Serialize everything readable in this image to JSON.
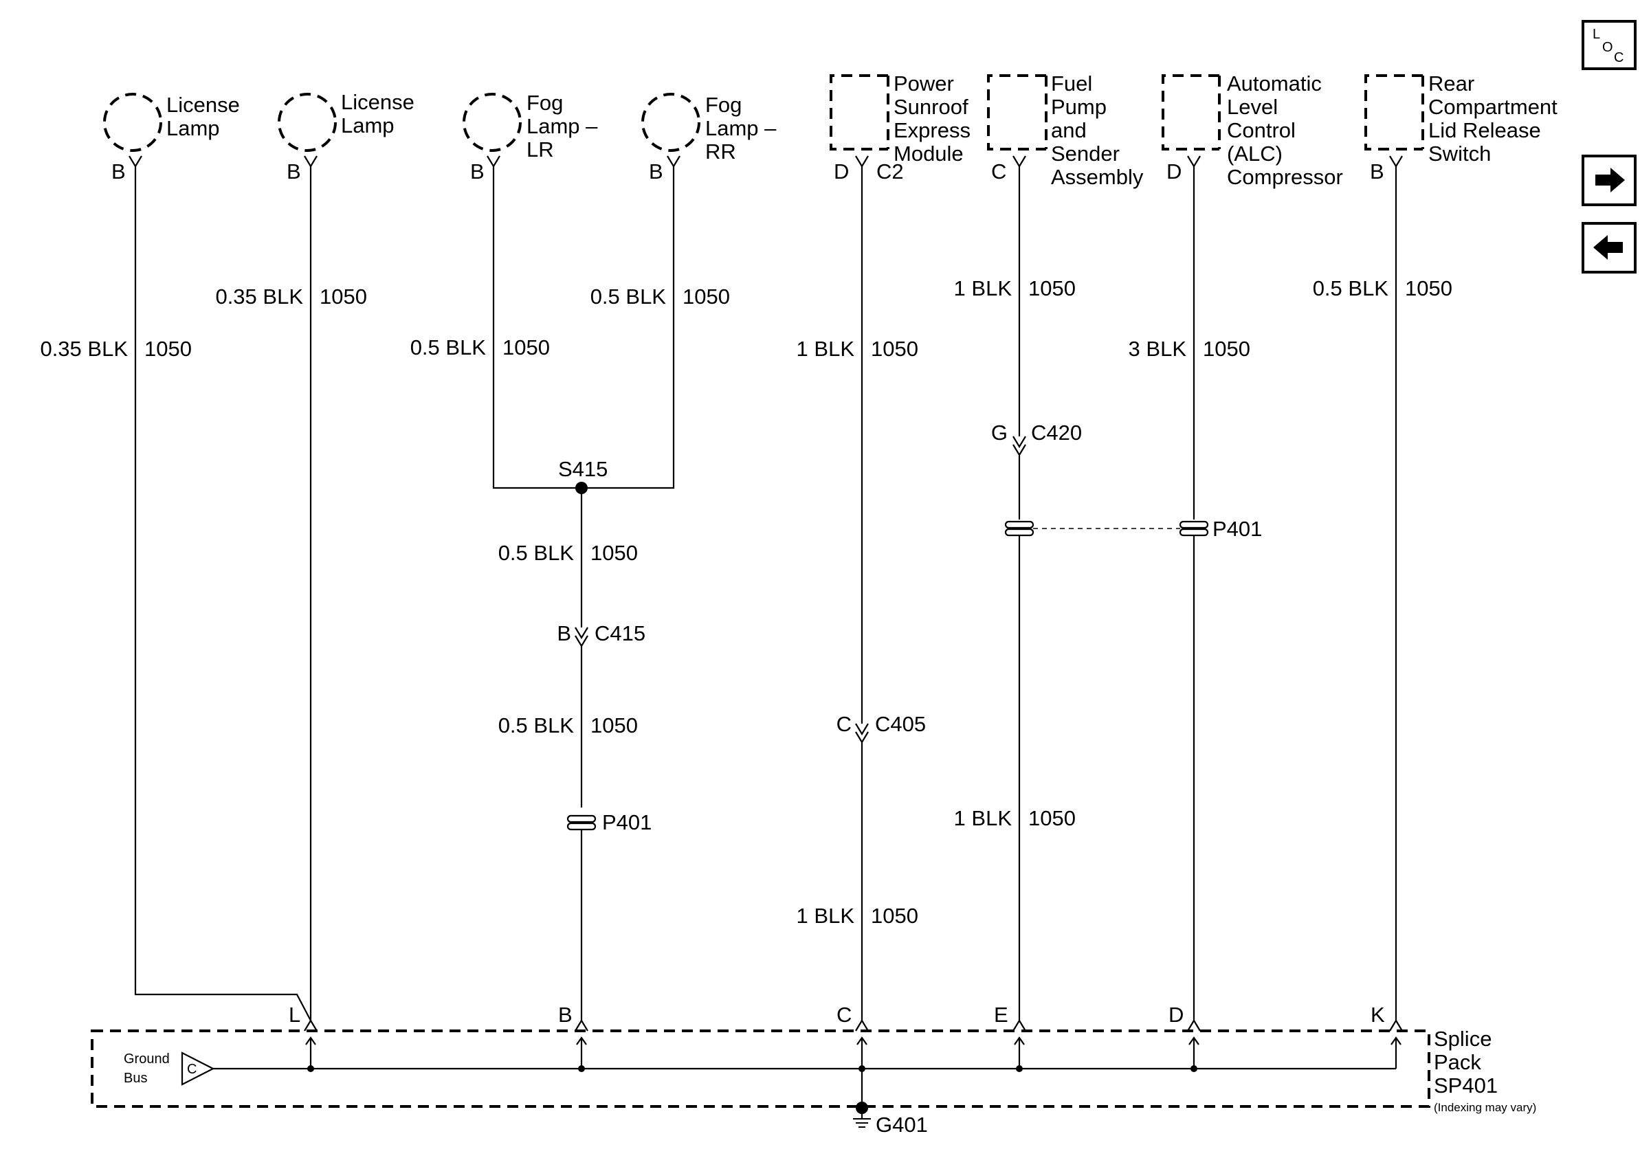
{
  "loc_icon": {
    "l": "L",
    "o": "O",
    "c": "C"
  },
  "nav": {
    "next_icon": "arrow-right-icon",
    "prev_icon": "arrow-left-icon"
  },
  "components": [
    {
      "id": "license-lamp-1",
      "lines": [
        "License",
        "Lamp"
      ],
      "pin": "B"
    },
    {
      "id": "license-lamp-2",
      "lines": [
        "License",
        "Lamp"
      ],
      "pin": "B"
    },
    {
      "id": "fog-lamp-lr",
      "lines": [
        "Fog",
        "Lamp –",
        "LR"
      ],
      "pin": "B"
    },
    {
      "id": "fog-lamp-rr",
      "lines": [
        "Fog",
        "Lamp –",
        "RR"
      ],
      "pin": "B"
    },
    {
      "id": "power-sunroof",
      "lines": [
        "Power",
        "Sunroof",
        "Express",
        "Module"
      ],
      "pin": "D",
      "connector": "C2"
    },
    {
      "id": "fuel-pump",
      "lines": [
        "Fuel",
        "Pump",
        "and",
        "Sender",
        "Assembly"
      ],
      "pin": "C"
    },
    {
      "id": "alc-compressor",
      "lines": [
        "Automatic",
        "Level",
        "Control",
        "(ALC)",
        "Compressor"
      ],
      "pin": "D"
    },
    {
      "id": "rear-compartment",
      "lines": [
        "Rear",
        "Compartment",
        "Lid Release",
        "Switch"
      ],
      "pin": "B"
    }
  ],
  "wires": {
    "w1": {
      "gauge": "0.35 BLK",
      "circuit": "1050"
    },
    "w2": {
      "gauge": "0.35 BLK",
      "circuit": "1050"
    },
    "w3": {
      "gauge": "0.5 BLK",
      "circuit": "1050"
    },
    "w4": {
      "gauge": "0.5 BLK",
      "circuit": "1050"
    },
    "w5a": {
      "gauge": "0.5 BLK",
      "circuit": "1050"
    },
    "w5b": {
      "gauge": "0.5 BLK",
      "circuit": "1050"
    },
    "w6a": {
      "gauge": "1 BLK",
      "circuit": "1050"
    },
    "w6b": {
      "gauge": "1 BLK",
      "circuit": "1050"
    },
    "w7a": {
      "gauge": "1 BLK",
      "circuit": "1050"
    },
    "w7b": {
      "gauge": "1 BLK",
      "circuit": "1050"
    },
    "w8": {
      "gauge": "3 BLK",
      "circuit": "1050"
    },
    "w9": {
      "gauge": "0.5 BLK",
      "circuit": "1050"
    }
  },
  "splice": {
    "name": "S415"
  },
  "connectors": {
    "c415": {
      "pin": "B",
      "name": "C415"
    },
    "c405": {
      "pin": "C",
      "name": "C405"
    },
    "c420": {
      "pin": "G",
      "name": "C420"
    }
  },
  "pass_through": {
    "fog": "P401",
    "right": "P401"
  },
  "splice_pack": {
    "lines": [
      "Splice",
      "Pack",
      "SP401"
    ],
    "note": "(Indexing may vary)",
    "pins": [
      "L",
      "B",
      "C",
      "E",
      "D",
      "K"
    ],
    "ground_bus": [
      "Ground",
      "Bus"
    ],
    "ground_bus_pin": "C"
  },
  "ground": {
    "name": "G401"
  }
}
